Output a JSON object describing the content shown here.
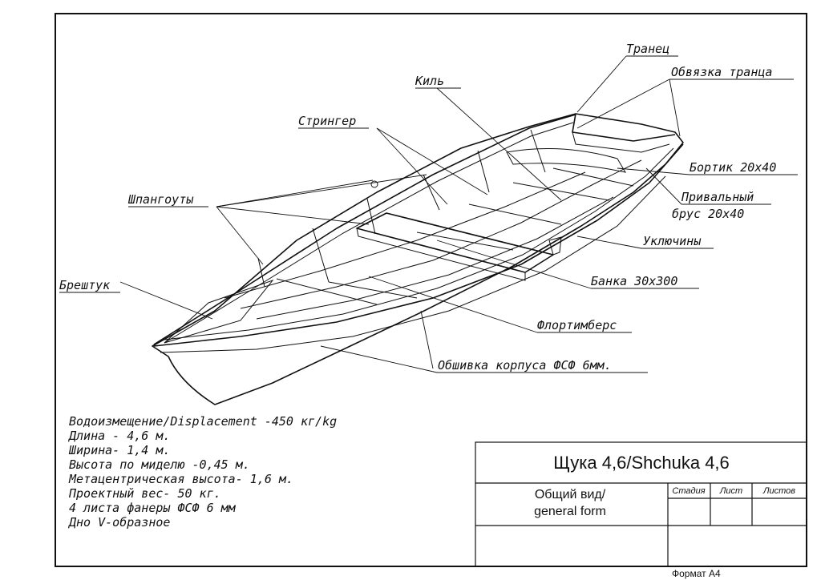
{
  "callouts": {
    "tranets": "Транец",
    "obvyazka_trantsa": "Обвязка транца",
    "kil": "Киль",
    "stringer": "Стрингер",
    "bortik": "Бортик 20х40",
    "privalny_line1": "Привальный",
    "privalny_line2": "брус  20х40",
    "shpangouty": "Шпангоуты",
    "uklyuchiny": "Уключины",
    "breshtuk": "Брештук",
    "banka": "Банка 30х300",
    "flortimbers": "Флортимберс",
    "obshivka": "Обшивка корпуса ФСФ 6мм."
  },
  "specs": [
    "Водоизмещение/Displacement -450 кг/kg",
    "Длина - 4,6 м.",
    "Ширина- 1,4 м.",
    "Высота по миделю -0,45 м.",
    "Метацентрическая высота- 1,6 м.",
    "Проектный вес- 50 кг.",
    "4 листа фанеры ФСФ 6 мм",
    "Дно V-образное"
  ],
  "title_block": {
    "title": "Щука 4,6/Shchuka 4,6",
    "subtitle_line1": "Общий вид/",
    "subtitle_line2": "general form",
    "col_stage": "Стадия",
    "col_sheet": "Лист",
    "col_sheets": "Листов",
    "format": "Формат А4"
  }
}
